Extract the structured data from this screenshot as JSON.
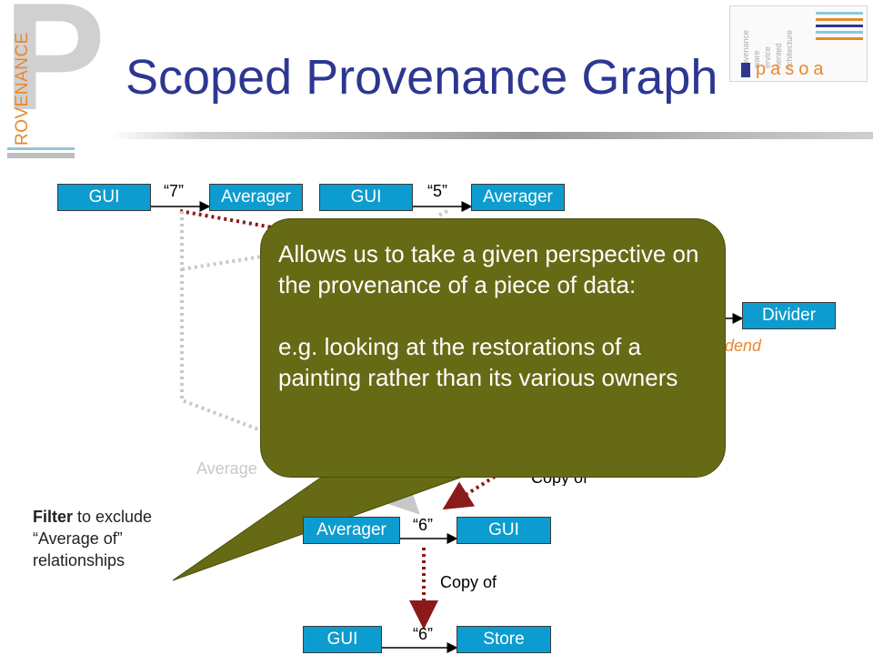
{
  "header": {
    "title": "Scoped Provenance Graph",
    "logo_left_text": "ROVENANCE",
    "logo_left_letter": "P",
    "logo_right_words": [
      "rovenance",
      "ware",
      "ervice",
      "riented",
      "rchitecture"
    ],
    "logo_right_brand": "pasoa"
  },
  "nodes": {
    "gui1": "GUI",
    "averager1": "Averager",
    "gui2": "GUI",
    "averager2": "Averager",
    "divider": "Divider",
    "averager3": "Averager",
    "gui3": "GUI",
    "gui4": "GUI",
    "store": "Store"
  },
  "edge_labels": {
    "value_7": "“7”",
    "value_5": "“5”",
    "value_6a": "“6”",
    "value_6b": "“6”",
    "dividend_partial": "dend",
    "average_of_partial": "Average",
    "copy_of_partial": "Copy of",
    "copy_of": "Copy of"
  },
  "callout": {
    "line1": "Allows us to take a given perspective on the provenance of  a piece of data:",
    "line2": "e.g. looking at the restorations of a painting rather than its various owners"
  },
  "filter_note": {
    "bold": "Filter",
    "rest1": " to exclude",
    "rest2": "“Average of”",
    "rest3": "relationships"
  },
  "colors": {
    "title": "#2d3792",
    "box_fill": "#0d9ccf",
    "callout_fill": "#666a14",
    "copy_arrow": "#8b1a1a",
    "average_arrow": "#c8c8c8",
    "dividend_label": "#e8882b"
  }
}
